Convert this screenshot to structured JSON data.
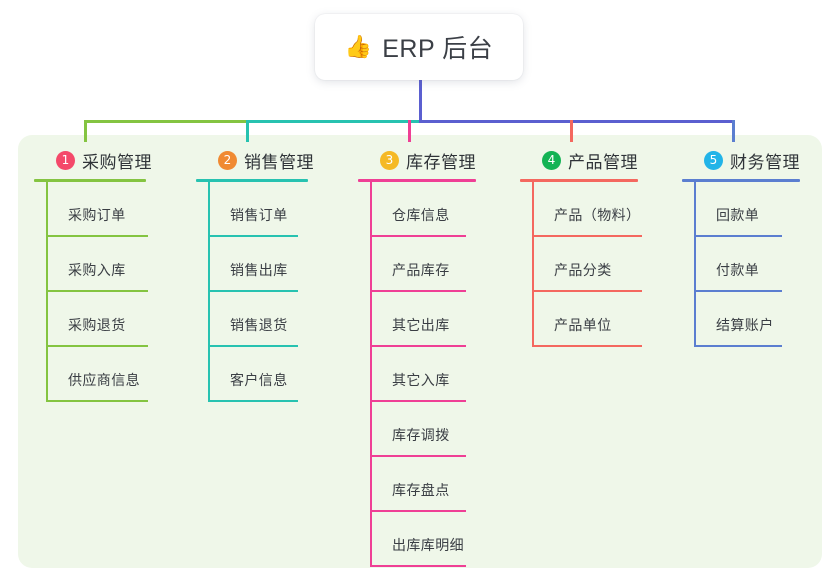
{
  "root": {
    "icon": "thumbs-up-icon",
    "icon_glyph": "👍",
    "title": "ERP 后台"
  },
  "colors": {
    "panel_bg": "#eff7e9",
    "page_bg": "#ffffff",
    "title_text": "#3b3f46",
    "stem": "#5b5fd0"
  },
  "columns": [
    {
      "number": "1",
      "title": "采购管理",
      "badge_color": "#f4496a",
      "line_color": "#84c441",
      "items": [
        {
          "label": "采购订单"
        },
        {
          "label": "采购入库"
        },
        {
          "label": "采购退货"
        },
        {
          "label": "供应商信息"
        }
      ]
    },
    {
      "number": "2",
      "title": "销售管理",
      "badge_color": "#f08a32",
      "line_color": "#27c2b0",
      "items": [
        {
          "label": "销售订单"
        },
        {
          "label": "销售出库"
        },
        {
          "label": "销售退货"
        },
        {
          "label": "客户信息"
        }
      ]
    },
    {
      "number": "3",
      "title": "库存管理",
      "badge_color": "#f5b925",
      "line_color": "#ef3f95",
      "items": [
        {
          "label": "仓库信息"
        },
        {
          "label": "产品库存"
        },
        {
          "label": "其它出库"
        },
        {
          "label": "其它入库"
        },
        {
          "label": "库存调拨"
        },
        {
          "label": "库存盘点"
        },
        {
          "label": "出库库明细"
        }
      ]
    },
    {
      "number": "4",
      "title": "产品管理",
      "badge_color": "#13b354",
      "line_color": "#f4685f",
      "items": [
        {
          "label": "产品（物料）"
        },
        {
          "label": "产品分类"
        },
        {
          "label": "产品单位"
        }
      ]
    },
    {
      "number": "5",
      "title": "财务管理",
      "badge_color": "#22b4e8",
      "line_color": "#5b7ed0",
      "items": [
        {
          "label": "回款单"
        },
        {
          "label": "付款单"
        },
        {
          "label": "结算账户"
        }
      ]
    }
  ]
}
